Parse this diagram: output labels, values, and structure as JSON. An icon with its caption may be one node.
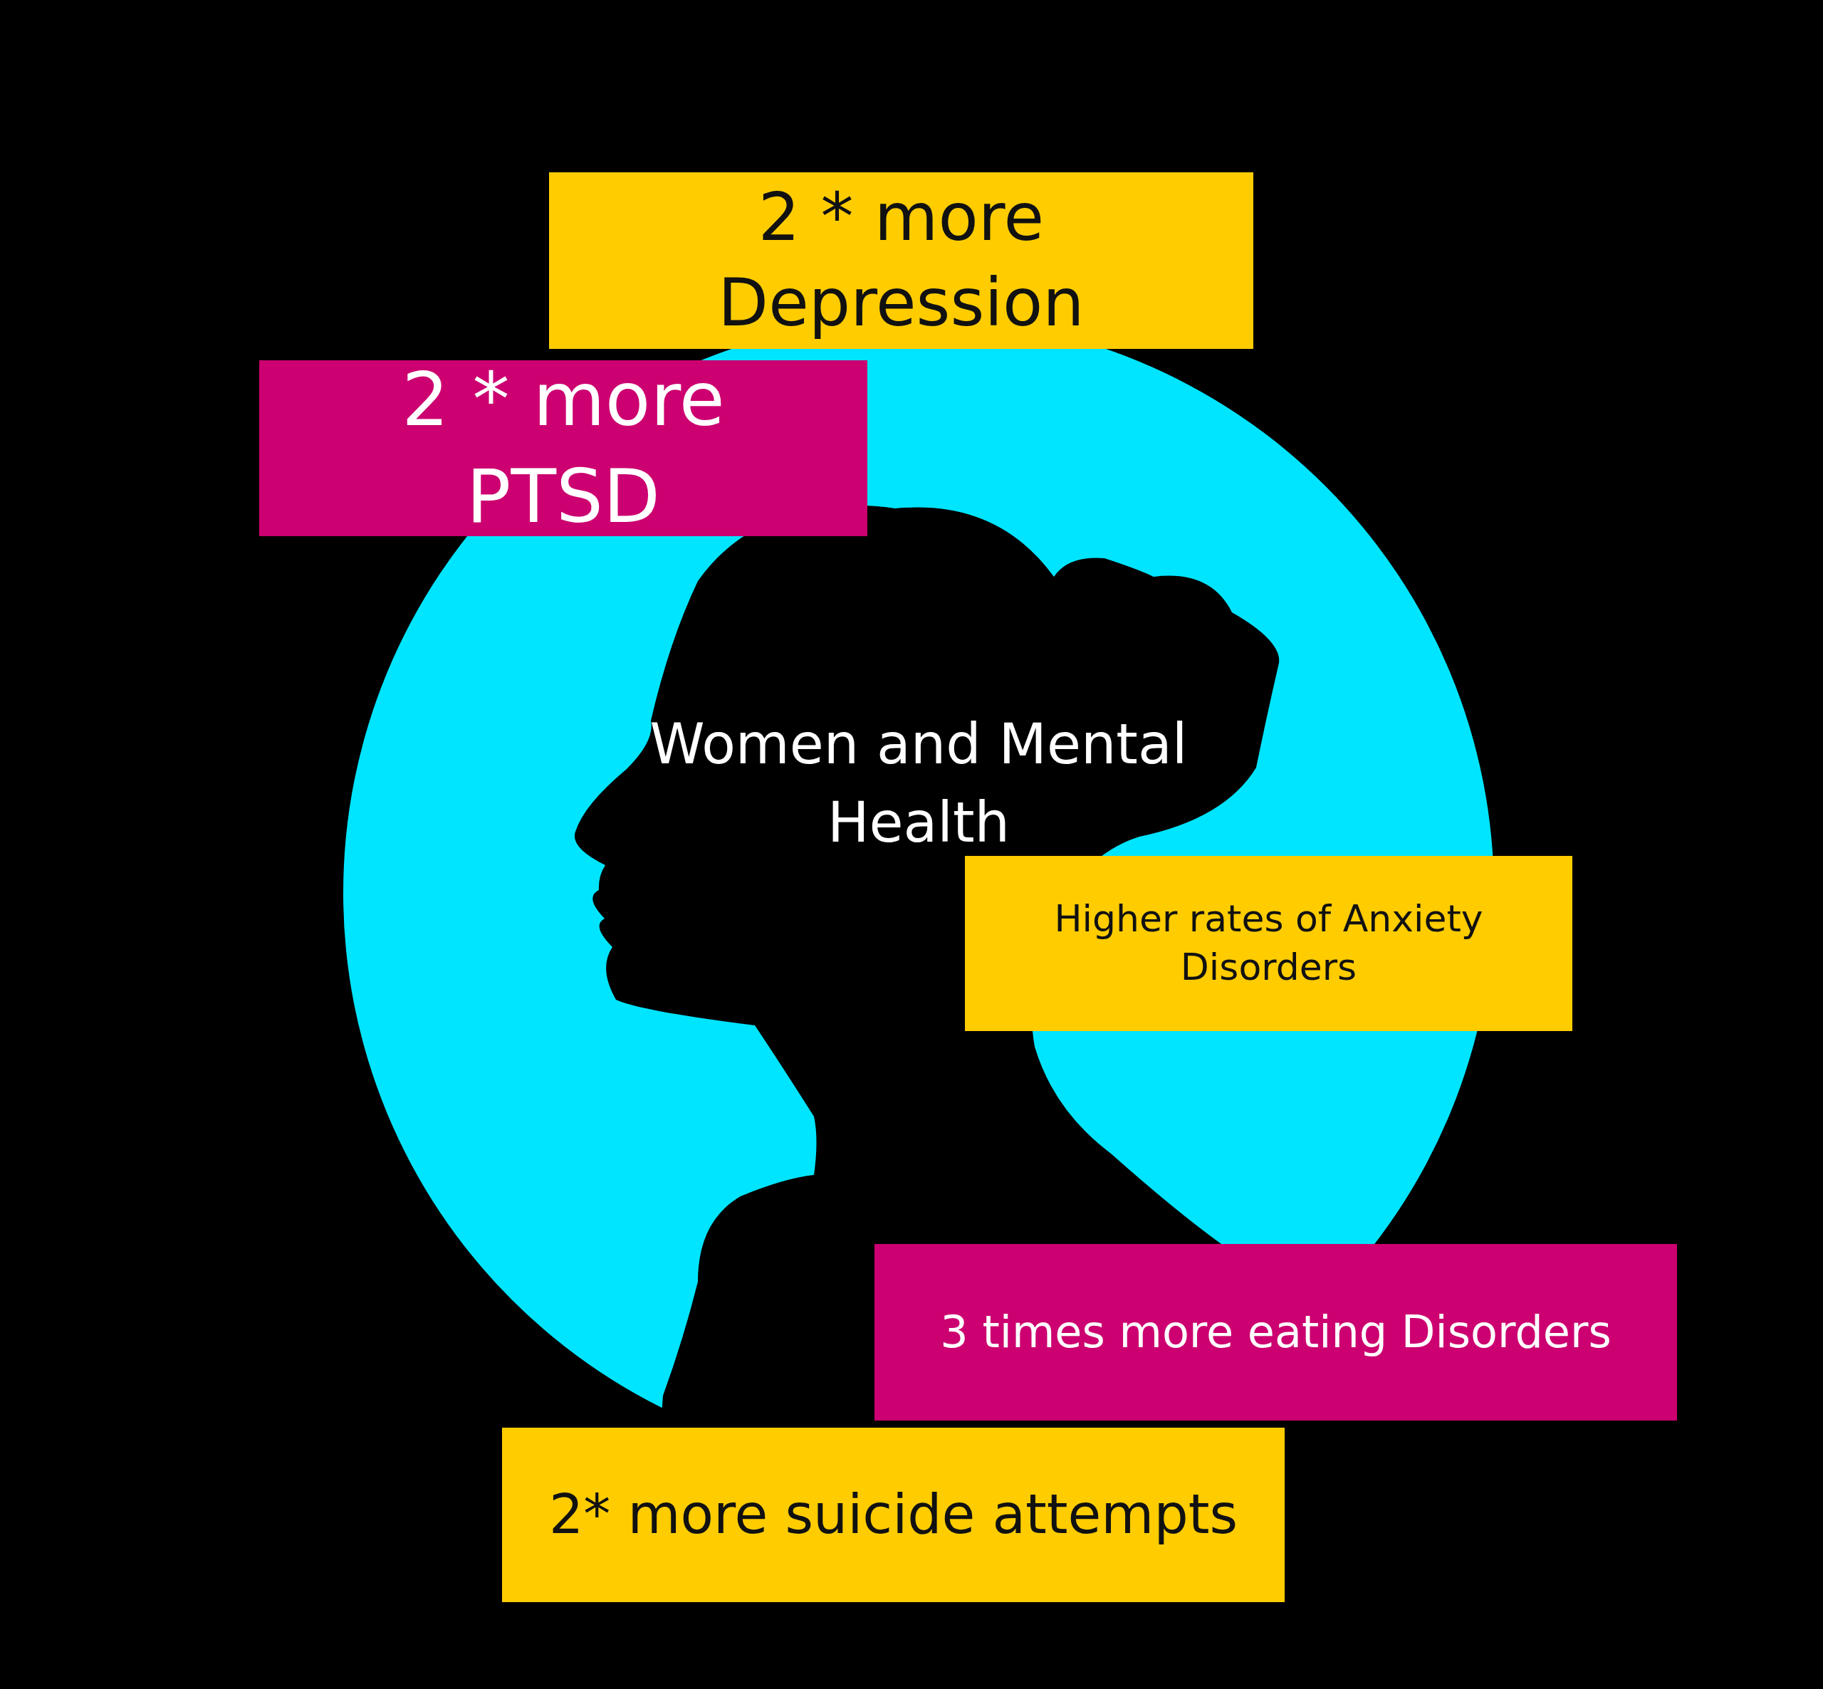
{
  "diagram": {
    "title": "Women and Mental Health",
    "nodes": [
      {
        "text": [
          "2 * more Depression"
        ]
      },
      {
        "text": [
          "2 * more PTSD"
        ]
      },
      {
        "text": [
          "Higher rates of Anxiety Disorders"
        ]
      },
      {
        "text": [
          "3 times more eating Disorders"
        ]
      },
      {
        "text": [
          "2* more suicide attempts"
        ]
      }
    ]
  }
}
